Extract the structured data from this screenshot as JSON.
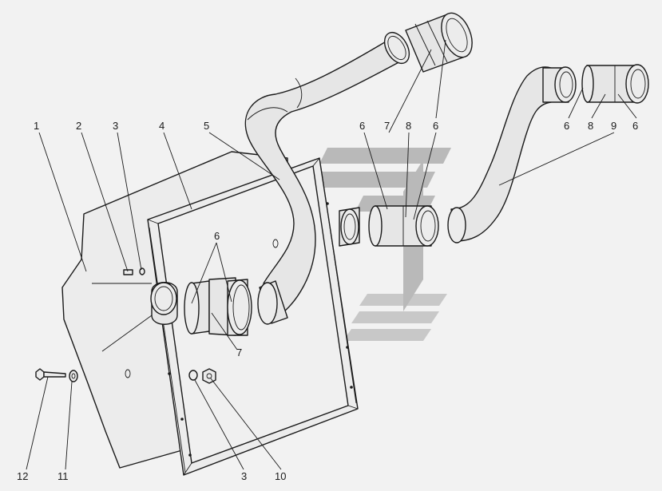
{
  "diagram": {
    "callouts": [
      {
        "id": "c1",
        "label": "1"
      },
      {
        "id": "c2",
        "label": "2"
      },
      {
        "id": "c3a",
        "label": "3"
      },
      {
        "id": "c4",
        "label": "4"
      },
      {
        "id": "c5",
        "label": "5"
      },
      {
        "id": "c6a",
        "label": "6"
      },
      {
        "id": "c7a",
        "label": "7"
      },
      {
        "id": "c8a",
        "label": "8"
      },
      {
        "id": "c6b",
        "label": "6"
      },
      {
        "id": "c6c",
        "label": "6"
      },
      {
        "id": "c8b",
        "label": "8"
      },
      {
        "id": "c9",
        "label": "9"
      },
      {
        "id": "c6d",
        "label": "6"
      },
      {
        "id": "c6e",
        "label": "6"
      },
      {
        "id": "c7b",
        "label": "7"
      },
      {
        "id": "c12",
        "label": "12"
      },
      {
        "id": "c11",
        "label": "11"
      },
      {
        "id": "c3b",
        "label": "3"
      },
      {
        "id": "c10",
        "label": "10"
      }
    ],
    "colors": {
      "line": "#1a1a1a",
      "background": "#f2f2f2",
      "watermark": "#c8c8c8"
    }
  }
}
